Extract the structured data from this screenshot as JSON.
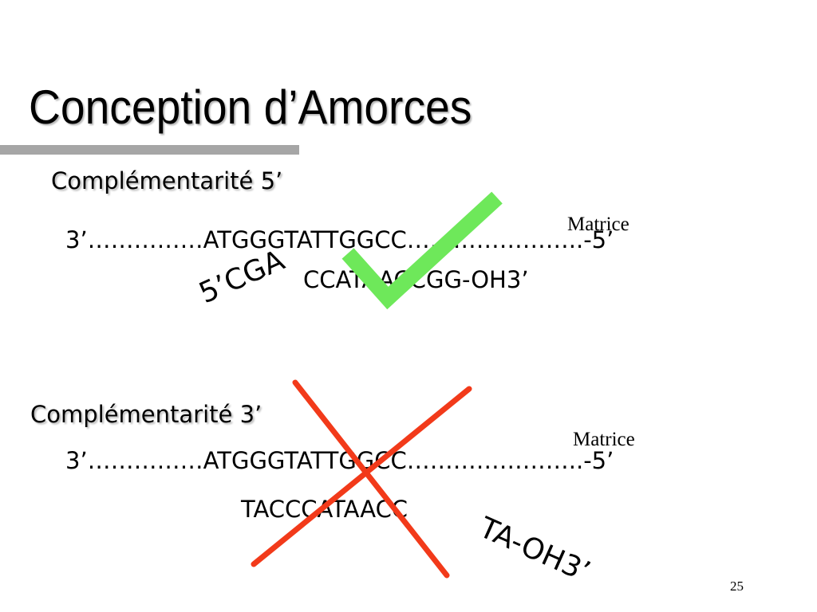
{
  "slide": {
    "title": "Conception d’Amorces",
    "page_number": "25"
  },
  "section_5": {
    "heading": "Complémentarité 5’",
    "template": "3’……………ATGGGTATTGGCC…………………..-5’",
    "template_label": "Matrice",
    "primer_overhang": "5’CGA",
    "primer": "CCATAACCGG-OH3’",
    "verdict_icon": "check-mark-icon",
    "verdict_color": "#6ee85a"
  },
  "section_3": {
    "heading": "Complémentarité 3’",
    "template": "3’……………ATGGGTATTGGCC…………………..-5’",
    "template_label": "Matrice",
    "primer": "TACCCATAACC",
    "primer_overhang": "TA-OH3’",
    "verdict_icon": "cross-mark-icon",
    "verdict_color": "#f23a1a"
  }
}
